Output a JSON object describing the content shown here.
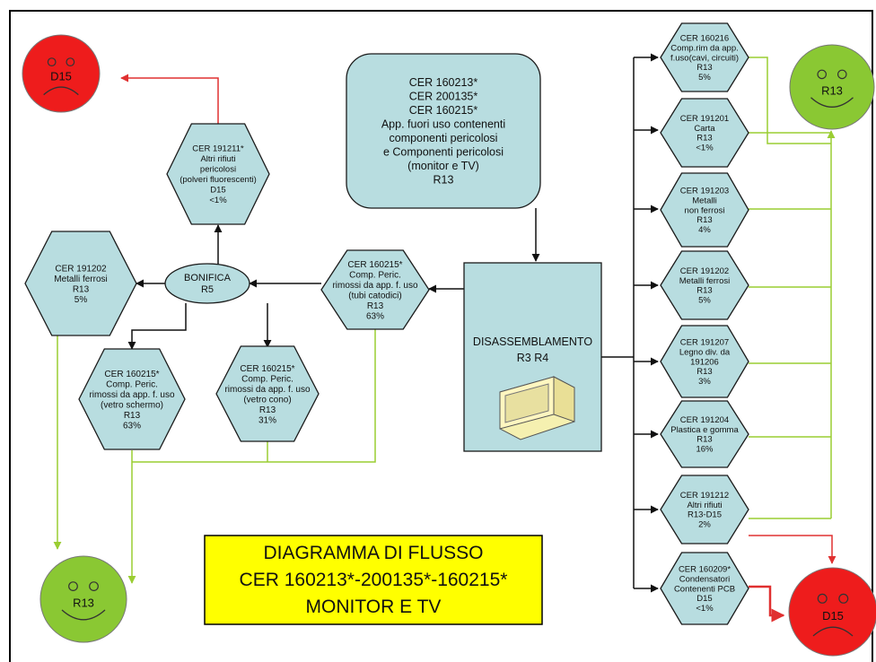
{
  "title": {
    "lines": [
      "DIAGRAMMA DI FLUSSO",
      "CER 160213*-200135*-160215*",
      "MONITOR E TV"
    ]
  },
  "colors": {
    "node_fill": "#b8dde0",
    "red": "#ee1c1c",
    "green": "#8ac833",
    "title_bg": "#ffff00",
    "green_line": "#9acd32",
    "red_line": "#e03030"
  },
  "nodes": {
    "source": {
      "lines": [
        "CER 160213*",
        "CER 200135*",
        "CER 160215*",
        "App. fuori uso contenenti",
        "componenti pericolosi",
        "e Componenti pericolosi",
        "(monitor e TV)",
        "R13"
      ]
    },
    "disassembly": {
      "lines": [
        "DISASSEMBLAMENTO",
        "R3 R4"
      ],
      "icon": "monitor-icon"
    },
    "tubi": {
      "lines": [
        "CER 160215*",
        "Comp. Peric.",
        "rimossi da app. f. uso",
        "(tubi catodici)",
        "R13",
        "63%"
      ]
    },
    "bonifica": {
      "lines": [
        "BONIFICA",
        "R5"
      ]
    },
    "polveri": {
      "lines": [
        "CER 191211*",
        "Altri rifiuti",
        "pericolosi",
        "(polveri fluorescenti)",
        "D15",
        "<1%"
      ]
    },
    "metalli_left": {
      "lines": [
        "CER 191202",
        "Metalli ferrosi",
        "R13",
        "5%"
      ]
    },
    "vetro_schermo": {
      "lines": [
        "CER 160215*",
        "Comp. Peric.",
        "rimossi da app. f. uso",
        "(vetro schermo)",
        "R13",
        "63%"
      ]
    },
    "vetro_cono": {
      "lines": [
        "CER 160215*",
        "Comp. Peric.",
        "rimossi da app. f. uso",
        "(vetro cono)",
        "R13",
        "31%"
      ]
    },
    "r1": {
      "lines": [
        "CER 160216",
        "Comp.rim da app.",
        "f.uso(cavi, circuiti)",
        "R13",
        "5%"
      ]
    },
    "r2": {
      "lines": [
        "CER 191201",
        "Carta",
        "R13",
        "<1%"
      ]
    },
    "r3": {
      "lines": [
        "CER 191203",
        "Metalli",
        "non ferrosi",
        "R13",
        "4%"
      ]
    },
    "r4": {
      "lines": [
        "CER 191202",
        "Metalli ferrosi",
        "R13",
        "5%"
      ]
    },
    "r5": {
      "lines": [
        "CER 191207",
        "Legno div. da",
        "191206",
        "R13",
        "3%"
      ]
    },
    "r6": {
      "lines": [
        "CER 191204",
        "Plastica e gomma",
        "R13",
        "16%"
      ]
    },
    "r7": {
      "lines": [
        "CER 191212",
        "Altri rifiuti",
        "R13-D15",
        "2%"
      ]
    },
    "r8": {
      "lines": [
        "CER 160209*",
        "Condensatori",
        "Contenenti PCB",
        "D15",
        "<1%"
      ]
    }
  },
  "faces": {
    "top_left": {
      "label": "D15",
      "mood": "sad"
    },
    "top_right": {
      "label": "R13",
      "mood": "happy"
    },
    "bottom_left": {
      "label": "R13",
      "mood": "happy"
    },
    "bottom_right": {
      "label": "D15",
      "mood": "sad"
    }
  }
}
